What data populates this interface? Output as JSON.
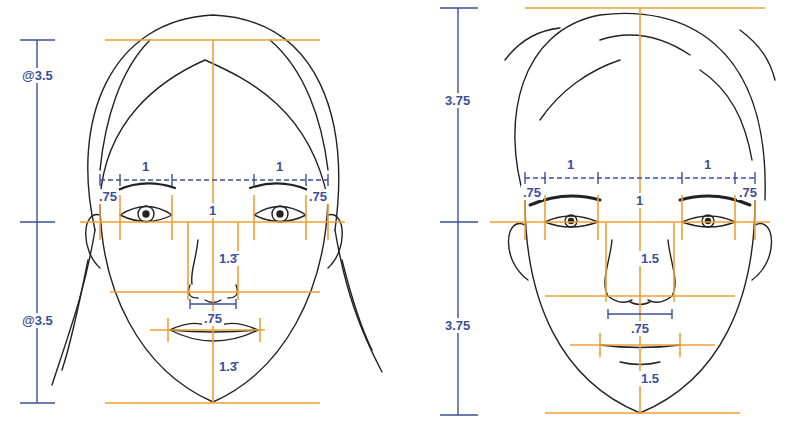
{
  "diagram": {
    "labels": [
      "@3.5",
      ".75",
      "1",
      "1",
      ".75",
      "1",
      "1.3̄",
      ".75",
      "@3.5",
      "1.3̄",
      "3.75",
      ".75",
      "1",
      "1",
      ".75",
      "1",
      "1.5",
      ".75",
      "3.75",
      "1.5"
    ]
  }
}
